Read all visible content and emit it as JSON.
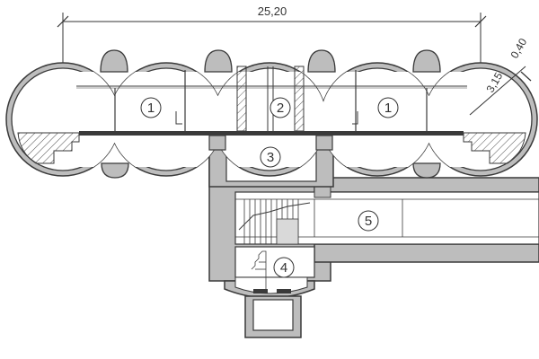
{
  "drawing": {
    "dimensions": {
      "overall_width": "25,20",
      "radius": "3,15",
      "wall_thickness": "0,40"
    },
    "room_labels": [
      "1",
      "2",
      "1",
      "3",
      "4",
      "5"
    ],
    "colors": {
      "wall_fill": "#bdbdbd",
      "line": "#3a3a3a",
      "background": "#ffffff"
    }
  }
}
